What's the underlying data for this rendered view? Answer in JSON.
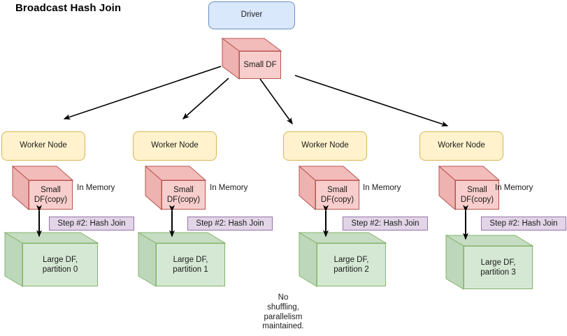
{
  "title": "Broadcast Hash Join",
  "colors": {
    "driver_fill": "#dae8fc",
    "driver_stroke": "#6c8ebf",
    "worker_fill": "#fff2cc",
    "worker_stroke": "#d6b656",
    "small_df_fill": "#f8cecc",
    "small_df_stroke": "#b85450",
    "large_df_fill": "#d5e8d4",
    "large_df_stroke": "#82b366",
    "step_fill": "#e1d5e7",
    "step_stroke": "#9673a6",
    "arrow": "#000000",
    "text": "#1b1b1b"
  },
  "driver": {
    "label": "Driver"
  },
  "broadcast_source": {
    "label": "Small DF"
  },
  "footer_note": "No\nshuffling,\nparallelism\nmaintained.",
  "workers": [
    {
      "node_label": "Worker Node",
      "small_df_label": "Small\nDF(copy)",
      "memory_label": "In Memory",
      "step_label": "Step #2: Hash Join",
      "large_df_label": "Large DF,\npartition 0"
    },
    {
      "node_label": "Worker Node",
      "small_df_label": "Small\nDF(copy)",
      "memory_label": "In Memory",
      "step_label": "Step #2: Hash Join",
      "large_df_label": "Large DF,\npartition 1"
    },
    {
      "node_label": "Worker Node",
      "small_df_label": "Small\nDF(copy)",
      "memory_label": "In Memory",
      "step_label": "Step #2: Hash Join",
      "large_df_label": "Large DF,\npartition 2"
    },
    {
      "node_label": "Worker Node",
      "small_df_label": "Small\nDF(copy)",
      "memory_label": "In Memory",
      "step_label": "Step #2: Hash Join",
      "large_df_label": "Large DF,\npartition 3"
    }
  ]
}
